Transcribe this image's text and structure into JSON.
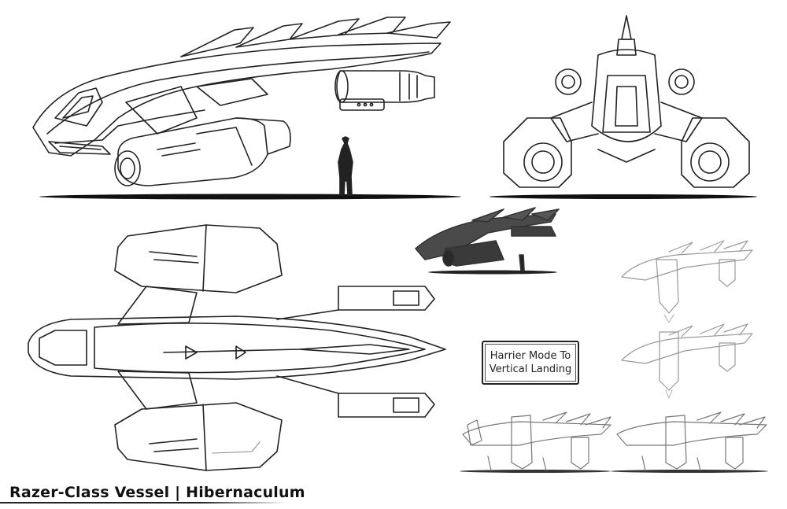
{
  "sheet": {
    "title": "Razer-Class Vessel | Hibernaculum",
    "mode_label": {
      "line1": "Harrier Mode To",
      "line2": "Vertical Landing"
    }
  },
  "colors": {
    "line": "#222222",
    "ground_shadow": "#111111",
    "sketch_gray": "#9a9a9a",
    "render_dark": "#3a3a3a"
  }
}
